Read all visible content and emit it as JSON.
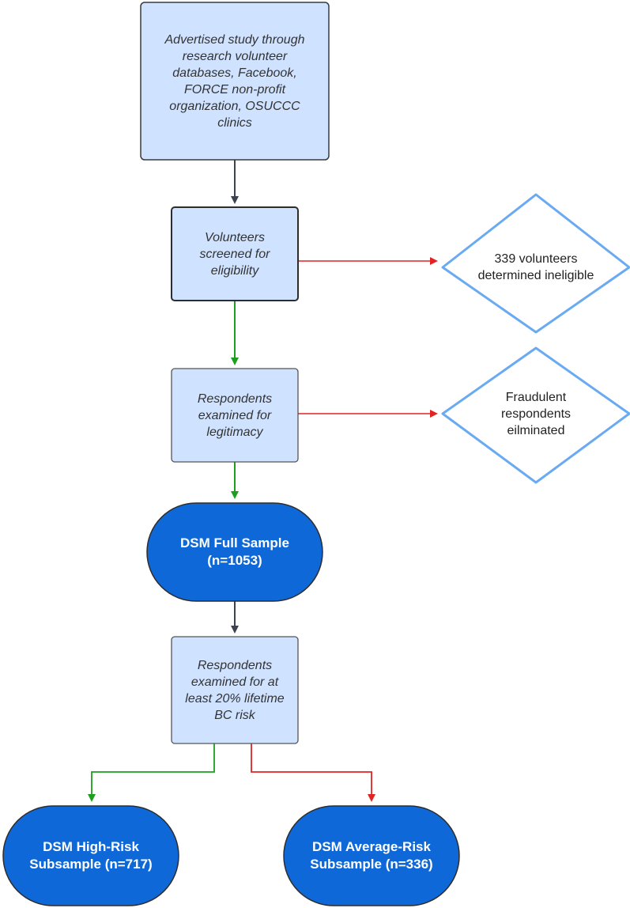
{
  "colors": {
    "process_fill": "#cfe2ff",
    "process_stroke": "#3a3a3a",
    "decision_stroke": "#6aaaf2",
    "terminal_fill": "#0f68d8",
    "terminal_stroke": "#2d2d2d",
    "arrow_gray": "#3d434e",
    "arrow_green": "#1e9e1e",
    "arrow_red": "#e32222"
  },
  "nodes": {
    "advertise": "Advertised study through research volunteer databases, Facebook, FORCE non-profit organization, OSUCCC clinics",
    "screen": "Volunteers screened for eligibility",
    "ineligible": "339 volunteers determined ineligible",
    "legitimacy": "Respondents examined for legitimacy",
    "fraudulent": "Fraudulent respondents eilminated",
    "full_sample": "DSM Full Sample (n=1053)",
    "risk_check": "Respondents examined for at least 20% lifetime BC risk",
    "high_risk": "DSM High-Risk Subsample (n=717)",
    "average_risk": "DSM Average-Risk Subsample (n=336)"
  }
}
